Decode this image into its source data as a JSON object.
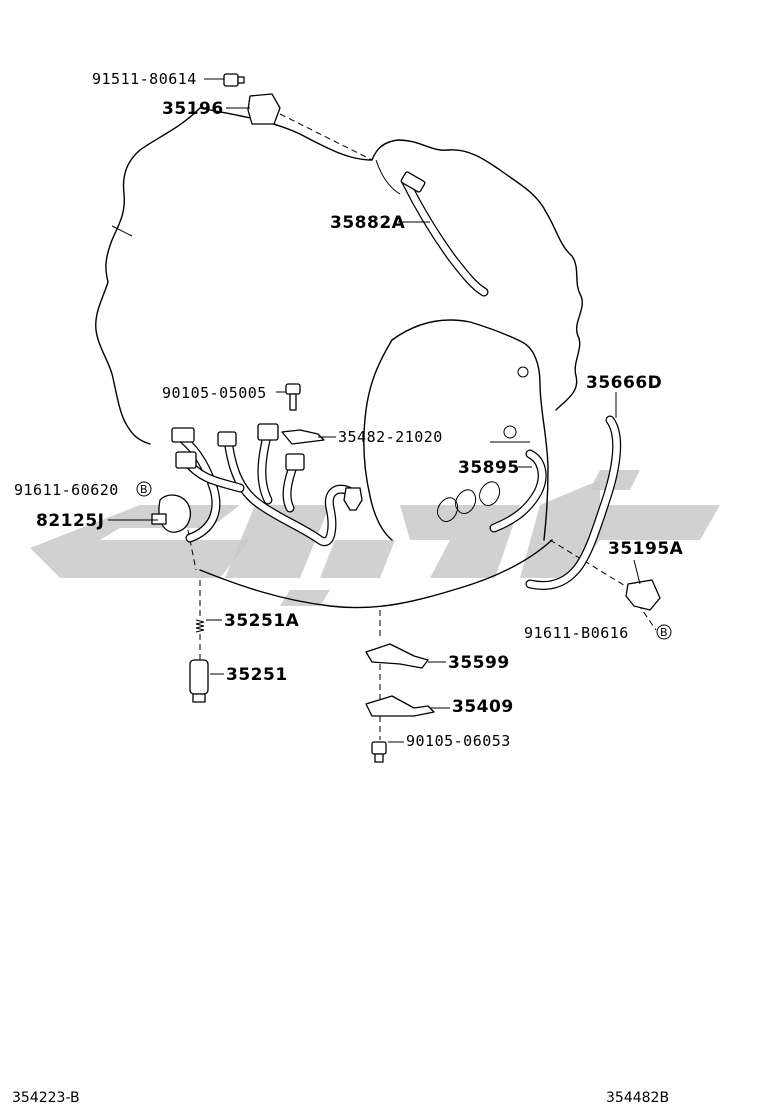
{
  "parts": {
    "p91511_80614": "91511-80614",
    "p35196": "35196",
    "p35882A": "35882A",
    "p90105_05005": "90105-05005",
    "p35482_21020": "35482-21020",
    "p35666D": "35666D",
    "p35895": "35895",
    "p91611_60620": "91611-60620",
    "p82125J": "82125J",
    "p35195A": "35195A",
    "p35251A": "35251A",
    "p91611_B0616": "91611-B0616",
    "p35599": "35599",
    "p35251": "35251",
    "p35409": "35409",
    "p90105_06053": "90105-06053"
  },
  "callout_marker": "B",
  "footer": {
    "left_code": "354223-B",
    "right_code": "354482B"
  },
  "colors": {
    "line": "#000000",
    "watermark": "#c9c9c9",
    "background": "#ffffff"
  }
}
